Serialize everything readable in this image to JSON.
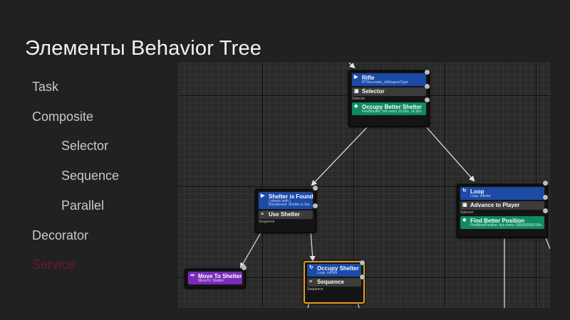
{
  "slide": {
    "title": "Элементы Behavior Tree",
    "menu": [
      {
        "label": "Task"
      },
      {
        "label": "Composite"
      },
      {
        "label": "Selector"
      },
      {
        "label": "Sequence"
      },
      {
        "label": "Parallel"
      },
      {
        "label": "Decorator"
      },
      {
        "label": "Service"
      }
    ]
  },
  "graph": {
    "root": {
      "rifle": "Rifle",
      "rifle_sub": "BTDecorator_IsWeaponType",
      "selector": "Selector",
      "selector_sub": "Selector",
      "service": "Occupy Better Shelter",
      "service_sub": "FindShelter: tick every 10.00s..16.00s"
    },
    "left": {
      "decorator": "Shelter is Found",
      "decorator_sub1": "( aborts both )",
      "decorator_sub2": "Blackboard: Shelter is Set",
      "sequence": "Use Shelter",
      "sequence_sub": "Sequence"
    },
    "right": {
      "decorator": "Loop",
      "decorator_sub": "Loop: infinite",
      "selector": "Advance to Player",
      "selector_sub": "Selector",
      "service": "Find Better Position",
      "service_sub": "FindNextPosition: tick every 1000000000.00s"
    },
    "task": {
      "label": "Move To Shelter",
      "sub": "MoveTo: Shelter"
    },
    "selected": {
      "decorator": "Occupy Shelter",
      "decorator_sub": "Loop: infinite",
      "sequence": "Sequence",
      "sequence_sub": "Sequence"
    }
  },
  "colors": {
    "decorator": "#1c4aa6",
    "service": "#0f8a63",
    "task": "#7a2cb8",
    "selection": "#e39a1c",
    "service_menu": "#6a1b2c"
  }
}
